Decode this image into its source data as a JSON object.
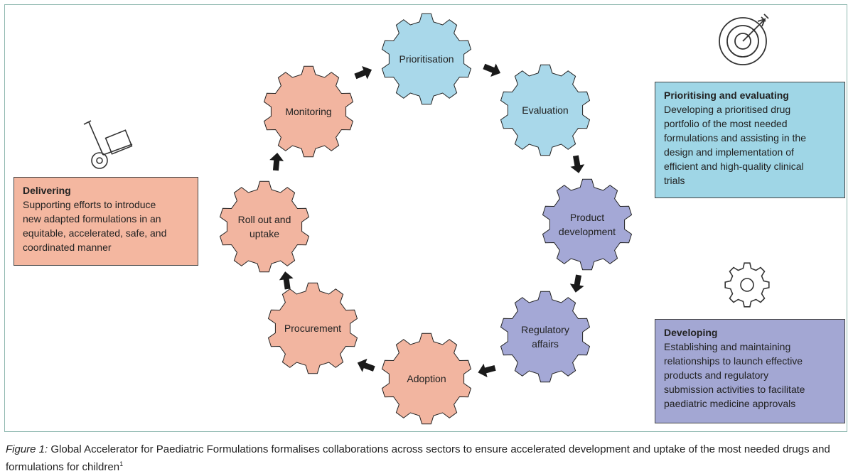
{
  "gears": [
    {
      "id": "prioritisation",
      "lines": [
        "Prioritisation"
      ],
      "fill": "#a9d8ea",
      "stroke": "#222222"
    },
    {
      "id": "evaluation",
      "lines": [
        "Evaluation"
      ],
      "fill": "#a9d8ea",
      "stroke": "#222222"
    },
    {
      "id": "product-development",
      "lines": [
        "Product",
        "development"
      ],
      "fill": "#a4a8d6",
      "stroke": "#222222"
    },
    {
      "id": "regulatory-affairs",
      "lines": [
        "Regulatory",
        "affairs"
      ],
      "fill": "#a4a8d6",
      "stroke": "#222222"
    },
    {
      "id": "adoption",
      "lines": [
        "Adoption"
      ],
      "fill": "#f2b5a0",
      "stroke": "#222222"
    },
    {
      "id": "procurement",
      "lines": [
        "Procurement"
      ],
      "fill": "#f2b5a0",
      "stroke": "#222222"
    },
    {
      "id": "roll-out",
      "lines": [
        "Roll out and",
        "uptake"
      ],
      "fill": "#f2b5a0",
      "stroke": "#222222"
    },
    {
      "id": "monitoring",
      "lines": [
        "Monitoring"
      ],
      "fill": "#f2b5a0",
      "stroke": "#222222"
    }
  ],
  "boxes": {
    "delivering": {
      "title": "Delivering",
      "lines": [
        "Supporting efforts to introduce",
        "new adapted formulations in an",
        "equitable, accelerated, safe, and",
        "coordinated manner"
      ],
      "color": "#f4b7a0"
    },
    "prioritising": {
      "title": "Prioritising and evaluating",
      "lines": [
        "Developing a prioritised drug",
        "portfolio of the most needed",
        "formulations and assisting in the",
        "design and implementation of",
        "efficient and high-quality clinical",
        "trials"
      ],
      "color": "#9fd6e6"
    },
    "developing": {
      "title": "Developing",
      "lines": [
        "Establishing and maintaining",
        "relationships to launch effective",
        "products and regulatory",
        "submission activities to facilitate",
        "paediatric medicine approvals"
      ],
      "color": "#a3a7d3"
    }
  },
  "icons": [
    "hand-truck-icon",
    "target-icon",
    "gear-icon"
  ],
  "caption": {
    "label": "Figure 1:",
    "text": " Global Accelerator for Paediatric Formulations formalises collaborations across sectors to ensure accelerated development and uptake of the most needed drugs and formulations for children",
    "sup": "1"
  }
}
